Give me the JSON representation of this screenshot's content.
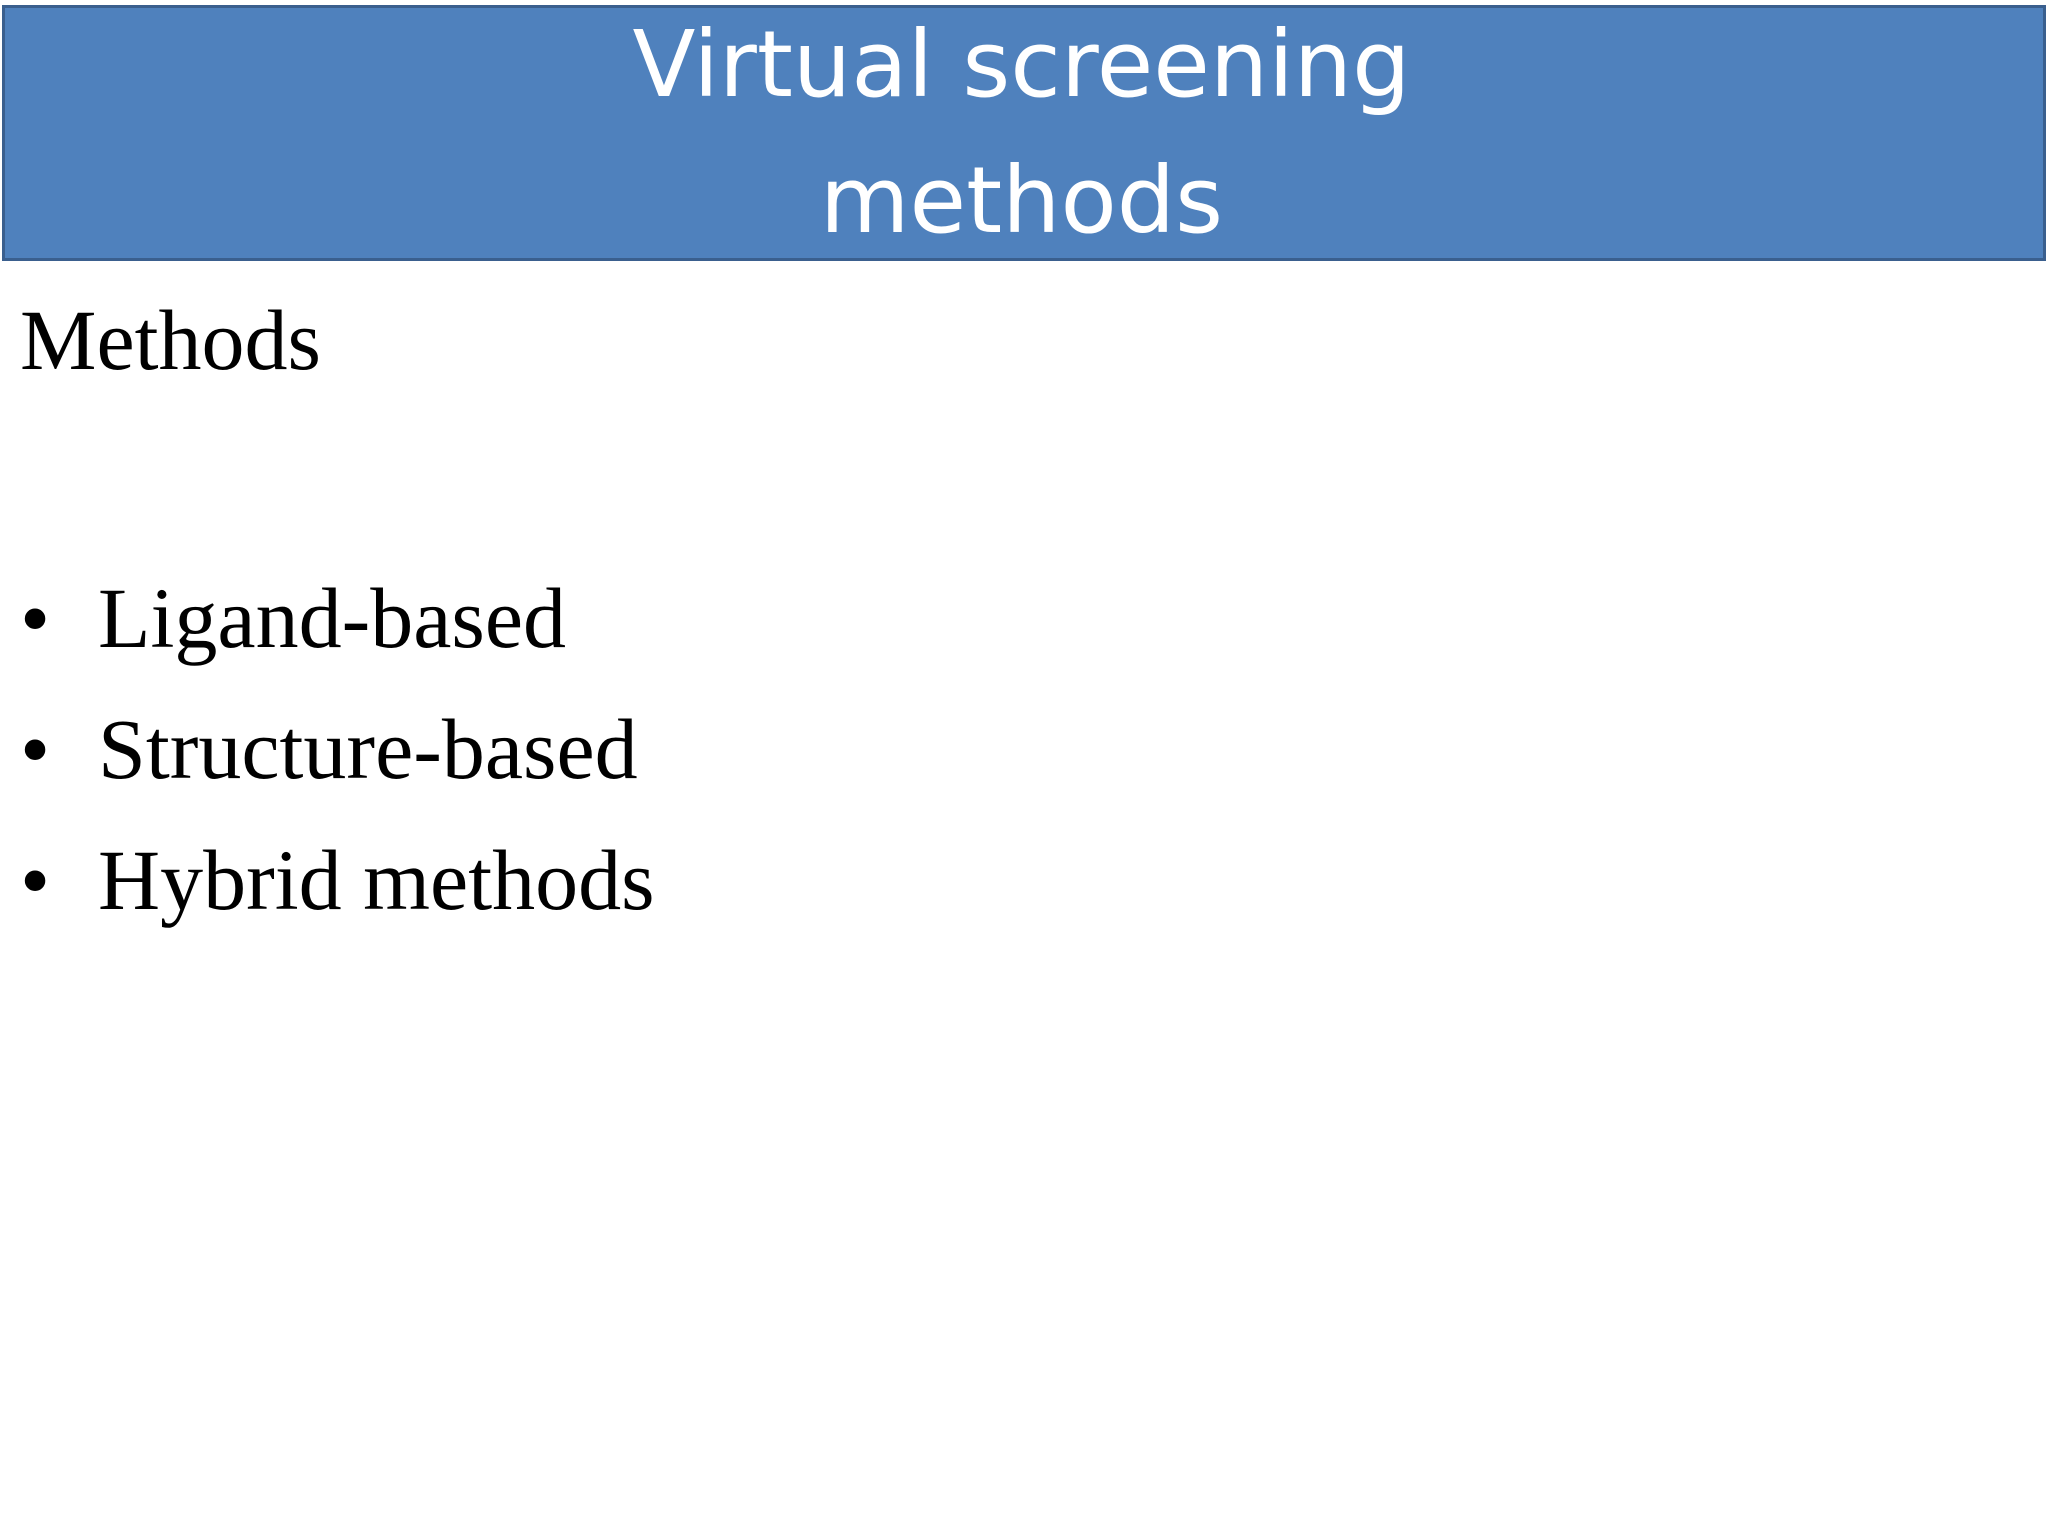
{
  "slide": {
    "title": "Virtual screening methods",
    "heading": "Methods",
    "bullets": [
      {
        "label": "Ligand-based"
      },
      {
        "label": "Structure-based"
      },
      {
        "label": "Hybrid methods"
      }
    ]
  },
  "colors": {
    "title_bar": "#4f81bd",
    "title_border": "#3a5f8e",
    "title_text": "#ffffff",
    "body_text": "#000000",
    "background": "#ffffff"
  },
  "icons": {
    "bullet": "bullet-dot-icon"
  }
}
